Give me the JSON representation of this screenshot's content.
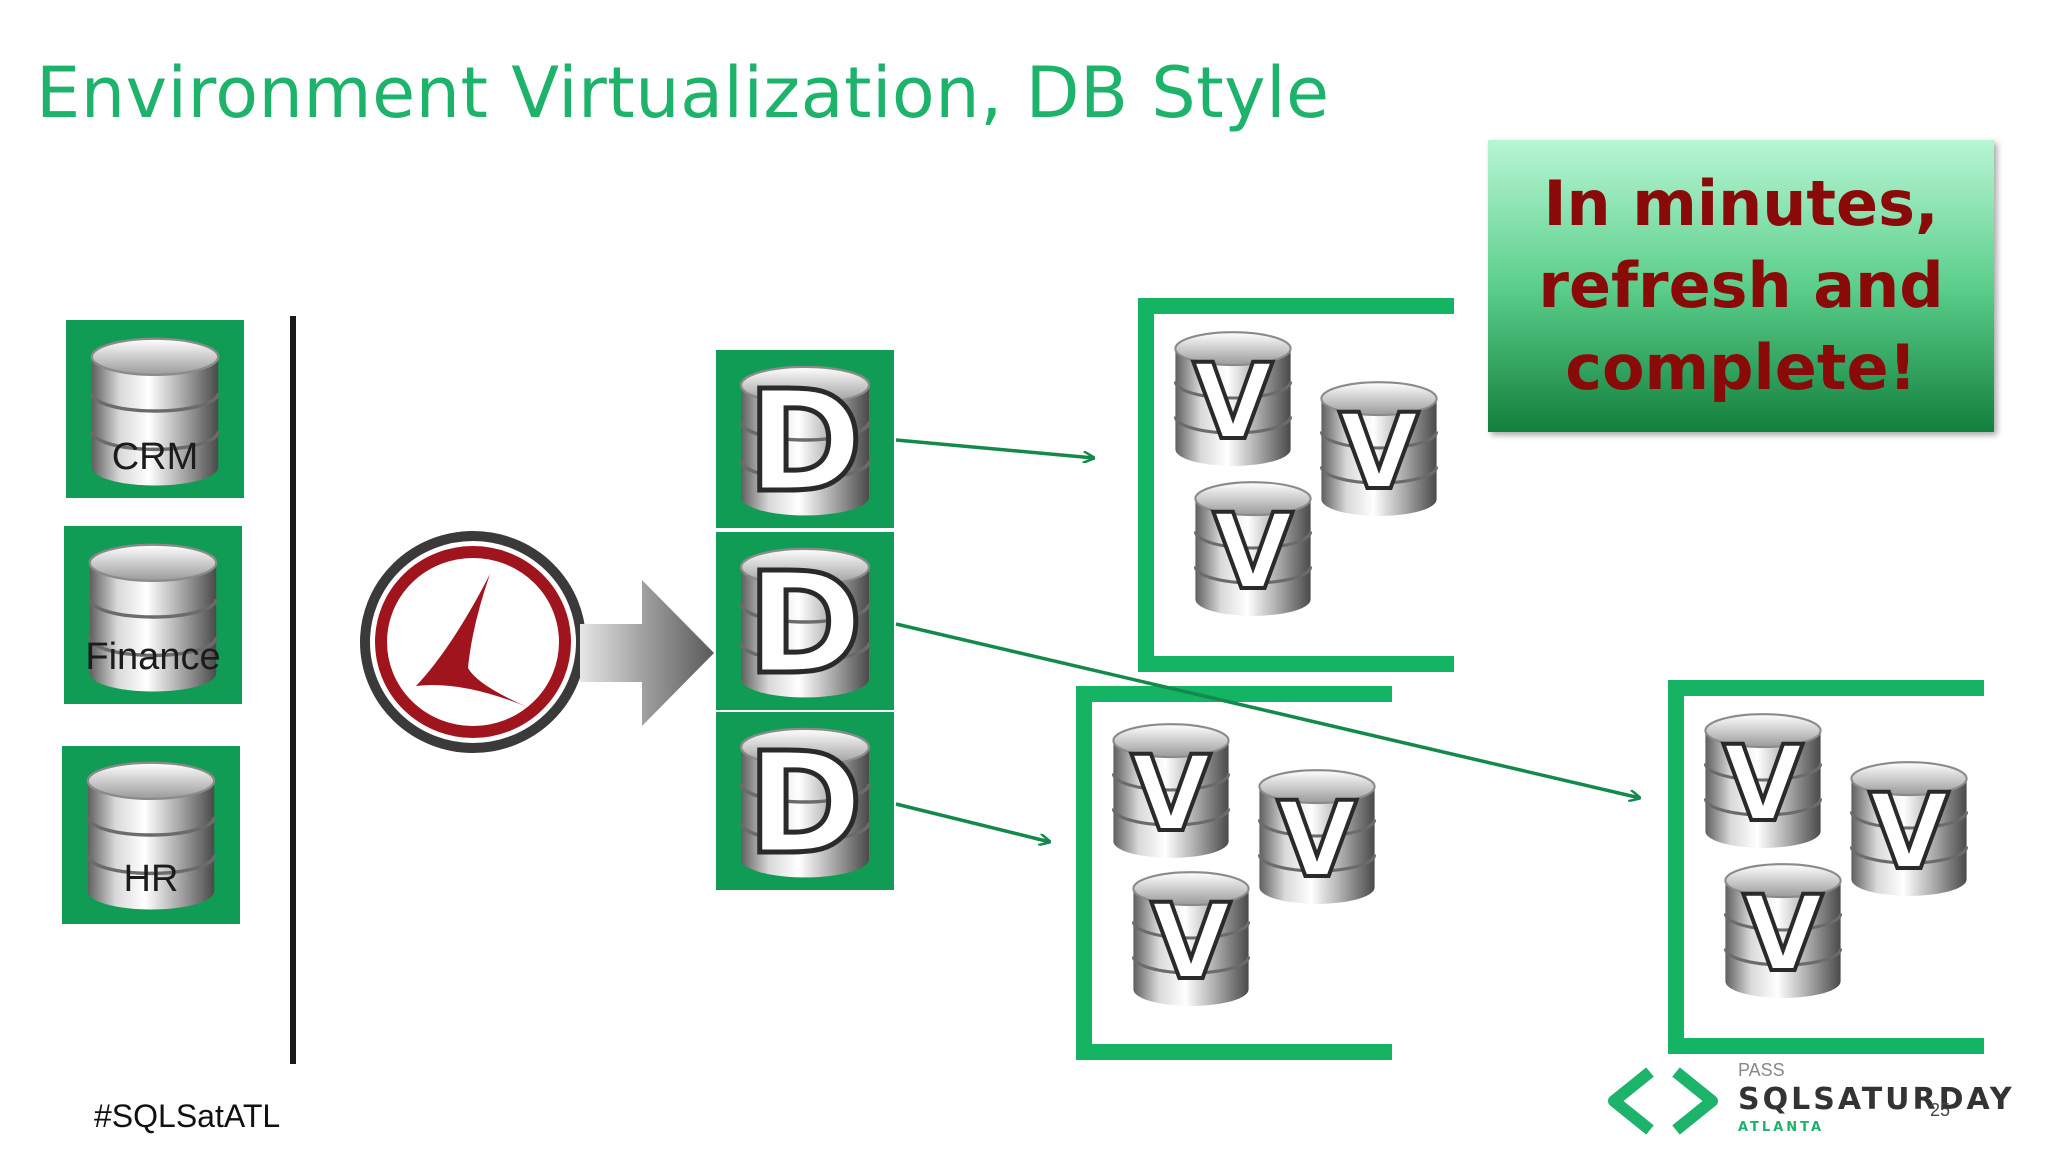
{
  "slide": {
    "title": "Environment Virtualization, DB Style",
    "callout": "In minutes,\nrefresh and\ncomplete!",
    "hashtag": "#SQLSatATL",
    "page_number": "25"
  },
  "sources": [
    "CRM",
    "Finance",
    "HR"
  ],
  "dsources": [
    {
      "letter": "D"
    },
    {
      "letter": "D"
    },
    {
      "letter": "D"
    }
  ],
  "virtual_db_letter": "V",
  "logo": {
    "pass": "PASS",
    "name": "SQLSATURDAY",
    "city": "ATLANTA"
  },
  "colors": {
    "accent_green": "#1db36b",
    "box_green": "#119c56",
    "bracket_green": "#15b464",
    "callout_text": "#8a0a0a",
    "emblem_red": "#a0141e"
  },
  "icons": [
    "database-icon",
    "delphix-engine-icon",
    "gray-arrow-icon",
    "sqlsaturday-logo-icon"
  ]
}
